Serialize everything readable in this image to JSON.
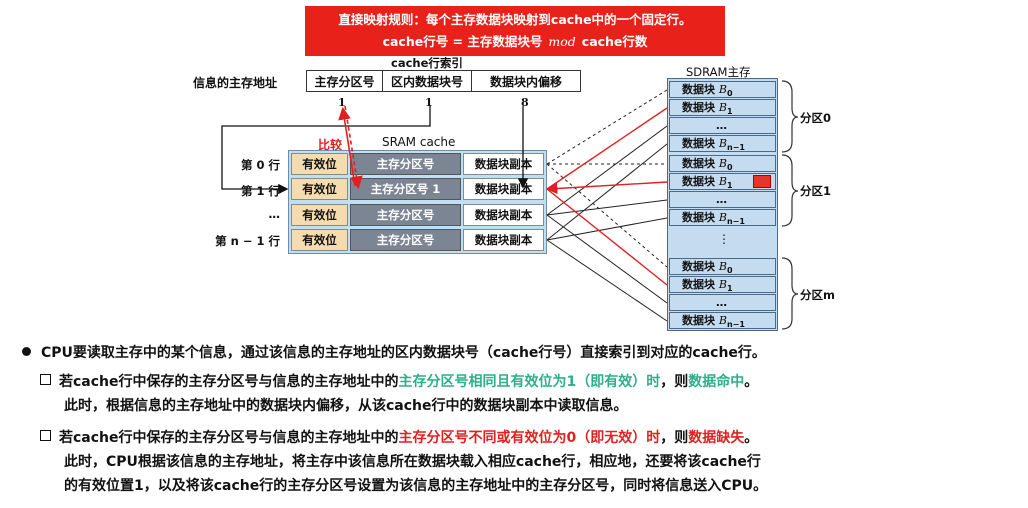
{
  "banner": {
    "line1": "直接映射规则：每个主存数据块映射到cache中的一个固定行。",
    "line2_a": "cache行号 = 主存数据块号",
    "line2_mod": "mod",
    "line2_b": "cache行数"
  },
  "address": {
    "row_label": "信息的主存地址",
    "index_label": "cache行索引",
    "fields": [
      "主存分区号",
      "区内数据块号",
      "数据块内偏移"
    ],
    "values": [
      "1",
      "1",
      "8"
    ]
  },
  "cache": {
    "compare_label": "比较",
    "title": "SRAM cache",
    "row_labels": [
      "第 0 行",
      "第 1 行",
      "…",
      "第 n − 1 行"
    ],
    "valid_label": "有效位",
    "partition_label": "主存分区号",
    "partition_row1": "主存分区号  1",
    "copy_label": "数据块副本"
  },
  "sdram": {
    "title": "SDRAM主存",
    "block_prefix": "数据块",
    "ellipsis": "…",
    "vellipsis": "⋮",
    "partitions": [
      "分区0",
      "分区1",
      "分区m"
    ],
    "block_subs": [
      "0",
      "1",
      "n−1"
    ],
    "highlight_color": "#e8342b"
  },
  "bullets": {
    "main": "CPU要读取主存中的某个信息，通过该信息的主存地址的区内数据块号（cache行号）直接索引到对应的cache行。",
    "hit_a": "若cache行中保存的主存分区号与信息的主存地址中的",
    "hit_b": "主存分区号相同且有效位为1（即有效）时",
    "hit_c": "，则",
    "hit_d": "数据命中",
    "hit_e": "。",
    "hit_line2": "此时，根据信息的主存地址中的数据块内偏移，从该cache行中的数据块副本中读取信息。",
    "miss_a": "若cache行中保存的主存分区号与信息的主存地址中的",
    "miss_b": "主存分区号不同或有效位为0（即无效）时",
    "miss_c": "，则",
    "miss_d": "数据缺失",
    "miss_e": "。",
    "miss_line2": "此时，CPU根据该信息的主存地址，将主存中该信息所在数据块载入相应cache行，相应地，还要将该cache行",
    "miss_line3": "的有效位置1，以及将该cache行的主存分区号设置为该信息的主存地址中的主存分区号，同时将信息送入CPU。"
  }
}
